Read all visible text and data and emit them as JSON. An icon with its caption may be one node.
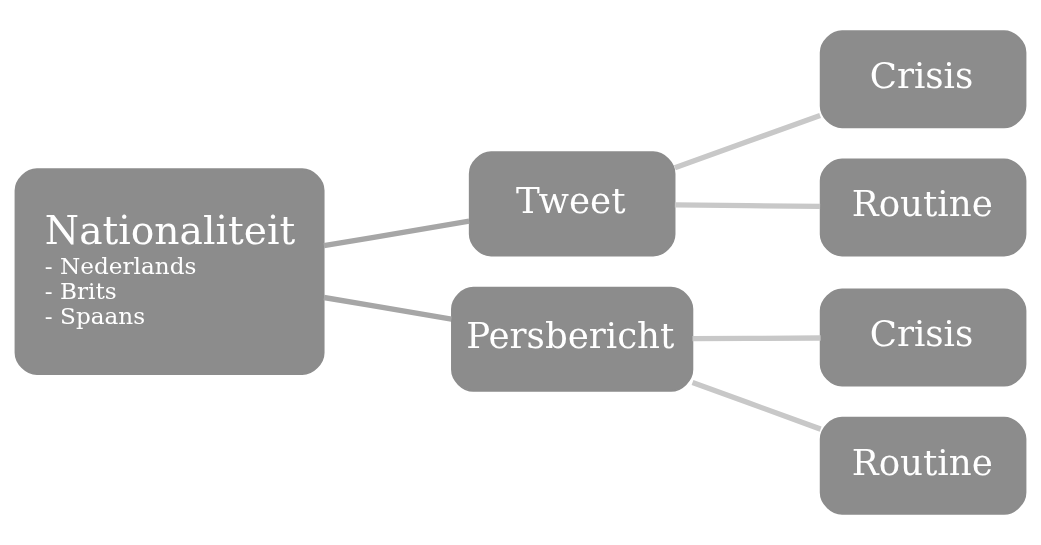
{
  "diagram": {
    "nodes": [
      {
        "text": [
          "Nationaliteit",
          "- Nederlands",
          "- Brits",
          "- Spaans"
        ]
      },
      {
        "text": [
          "Tweet"
        ]
      },
      {
        "text": [
          "Persbericht"
        ]
      },
      {
        "text": [
          "Crisis"
        ]
      },
      {
        "text": [
          "Routine"
        ]
      },
      {
        "text": [
          "Crisis"
        ]
      },
      {
        "text": [
          "Routine"
        ]
      }
    ],
    "edges": [
      {
        "from": 0,
        "to": 1,
        "arrow": "none",
        "color": "#a6a6a6"
      },
      {
        "from": 0,
        "to": 2,
        "arrow": "none",
        "color": "#a6a6a6"
      },
      {
        "from": 1,
        "to": 3,
        "arrow": "none"
      },
      {
        "from": 1,
        "to": 4,
        "arrow": "none"
      },
      {
        "from": 2,
        "to": 5,
        "arrow": "none"
      },
      {
        "from": 2,
        "to": 6,
        "arrow": "none"
      }
    ]
  }
}
